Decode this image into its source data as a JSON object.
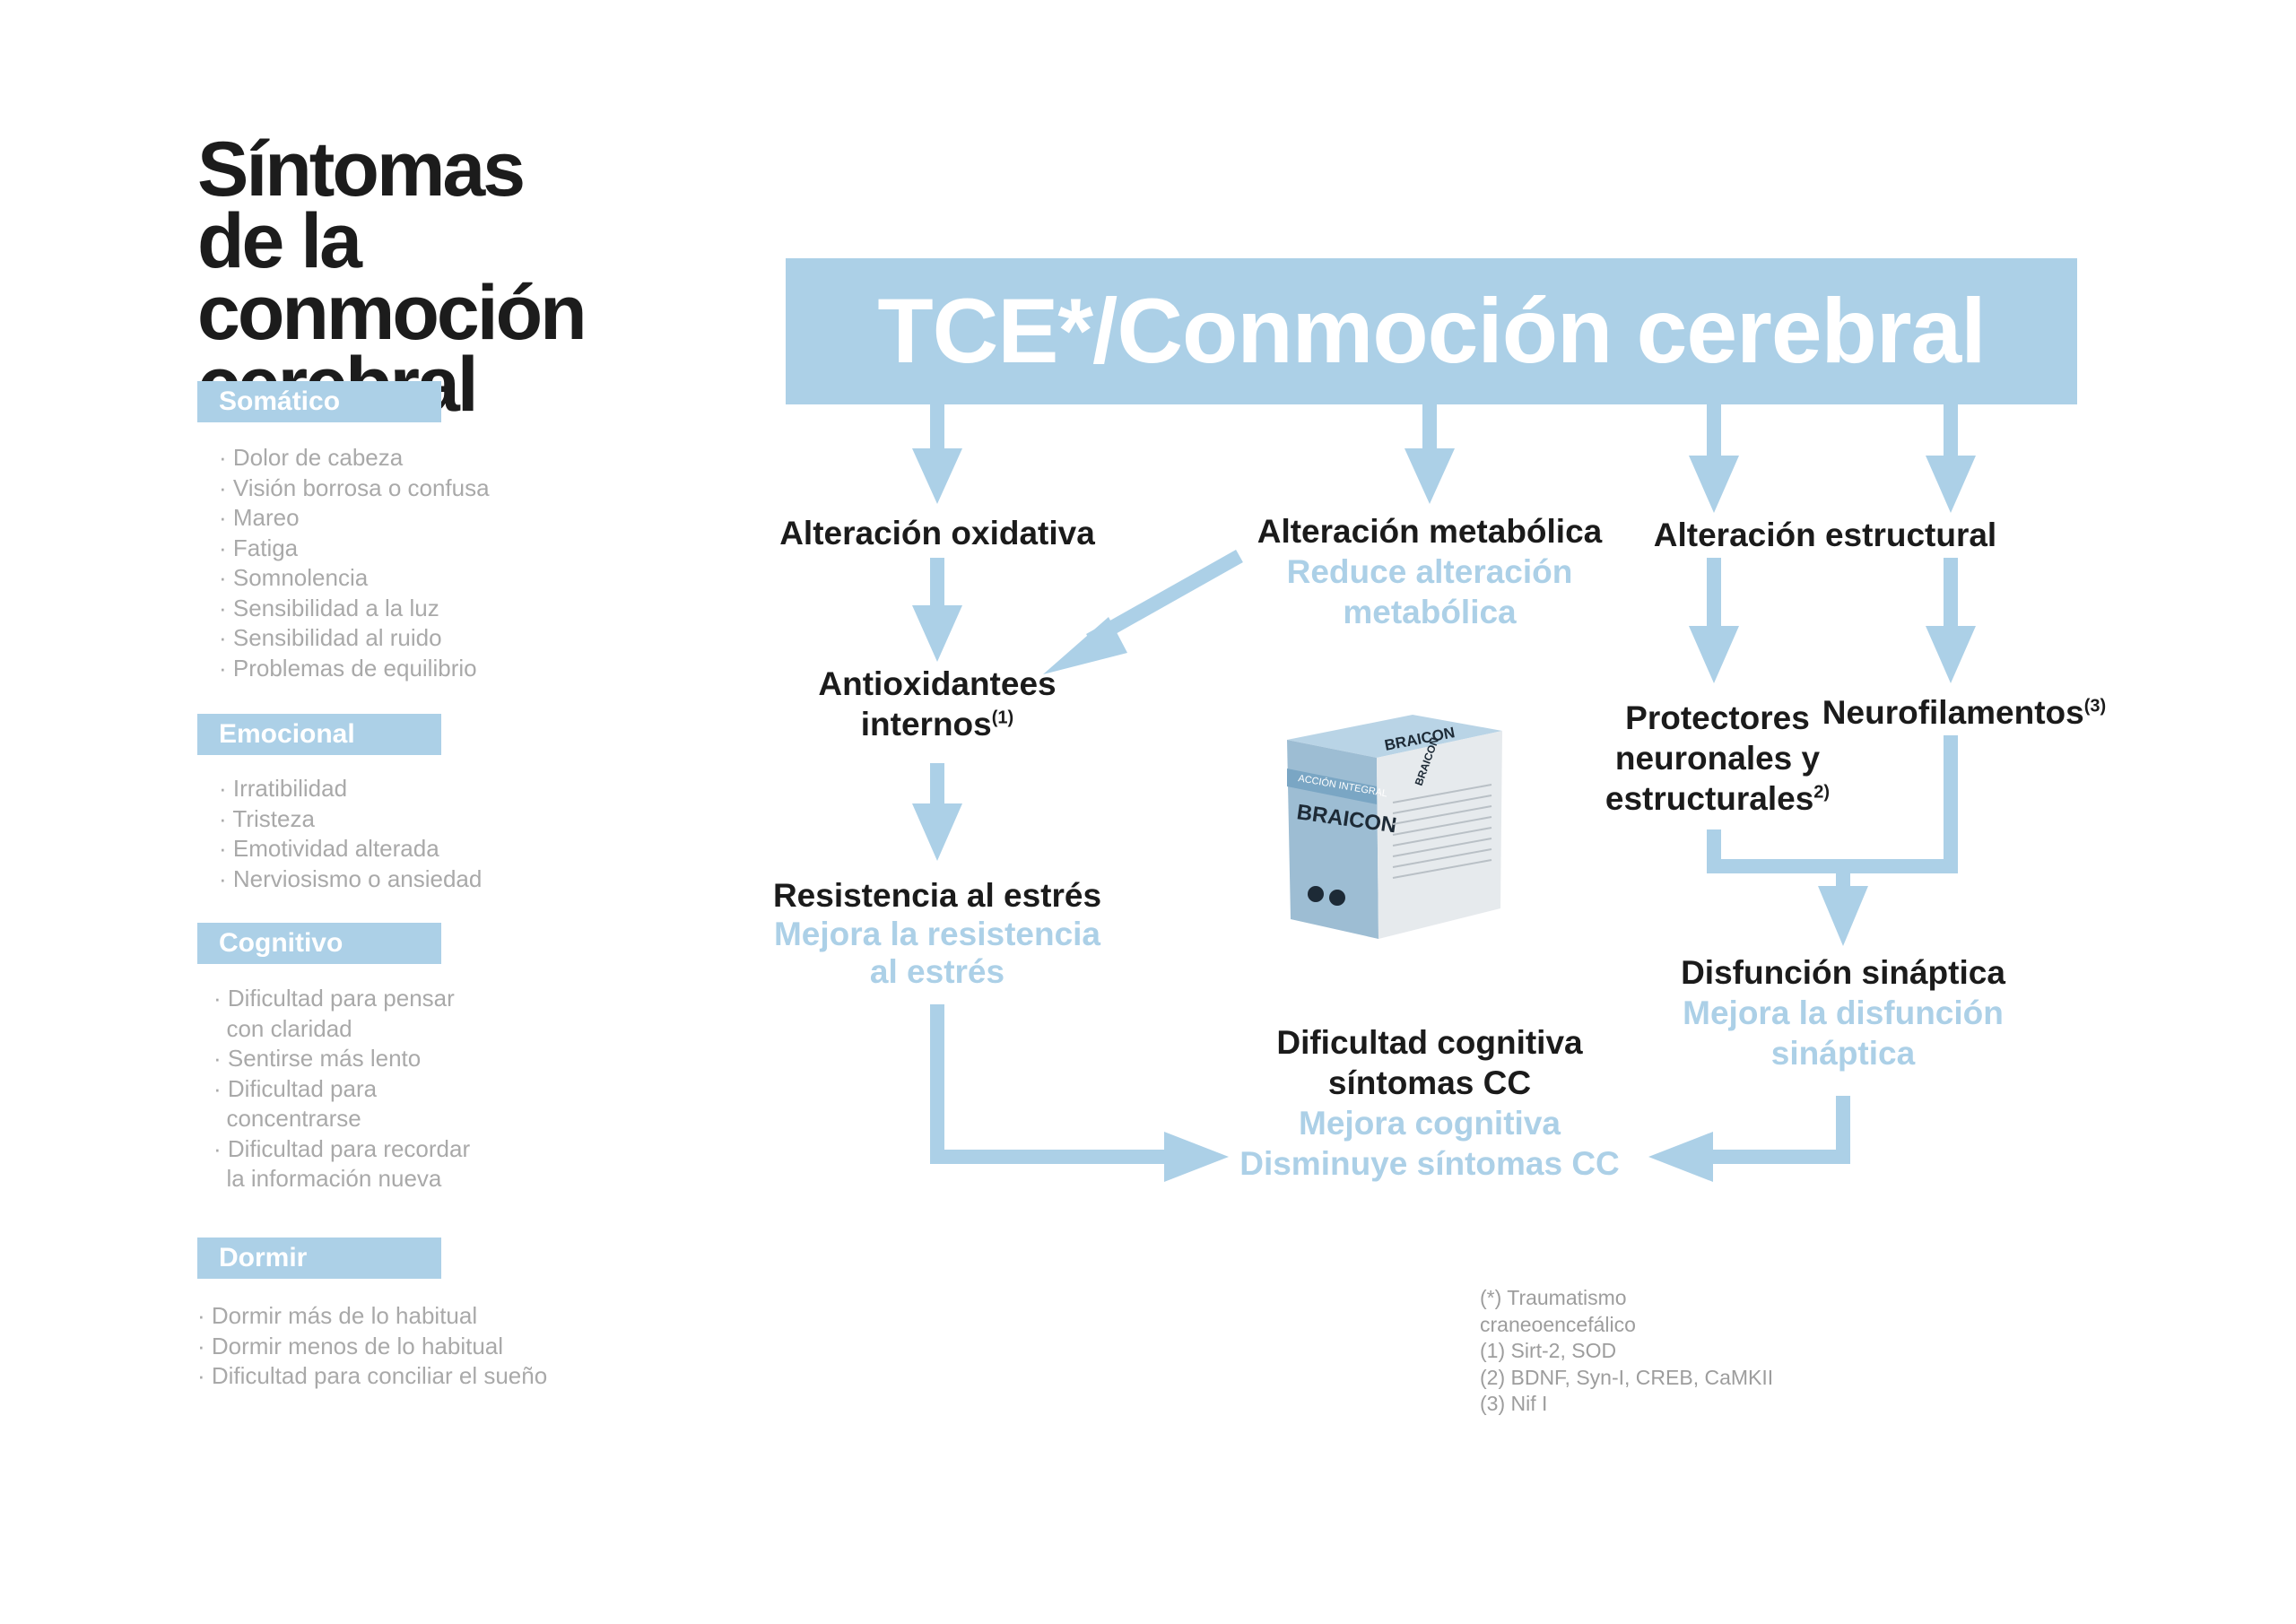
{
  "title": [
    "Síntomas",
    "de la",
    "conmoción",
    "cerebral"
  ],
  "categories": [
    {
      "label": "Somático",
      "items": [
        "· Dolor de cabeza",
        "· Visión borrosa o confusa",
        "· Mareo",
        "· Fatiga",
        "· Somnolencia",
        "· Sensibilidad a la luz",
        "· Sensibilidad al ruido",
        "· Problemas de equilibrio"
      ]
    },
    {
      "label": "Emocional",
      "items": [
        "· Irratibilidad",
        "· Tristeza",
        "· Emotividad alterada",
        "· Nerviosismo o ansiedad"
      ]
    },
    {
      "label": "Cognitivo",
      "items": [
        "· Dificultad para pensar",
        "  con claridad",
        "· Sentirse más lento",
        "· Dificultad para",
        "  concentrarse",
        "· Dificultad para recordar",
        "  la información nueva"
      ]
    },
    {
      "label": "Dormir",
      "items": [
        "· Dormir más de lo habitual",
        "· Dormir menos de lo habitual",
        "· Dificultad para conciliar el sueño"
      ]
    }
  ],
  "diagram": {
    "banner": "TCE*/Conmoción cerebral",
    "oxidativa": "Alteración oxidativa",
    "metabolica": {
      "label": "Alteración metabólica",
      "effect_1": "Reduce alteración",
      "effect_2": "metabólica"
    },
    "estructural": "Alteración estructural",
    "antioxidantes": {
      "line_1": "Antioxidantees",
      "line_2": "internos",
      "sup": "(1)"
    },
    "resistencia": {
      "label": "Resistencia al estrés",
      "effect_1": "Mejora la resistencia",
      "effect_2": "al estrés"
    },
    "protectores": {
      "line_1": "Protectores",
      "line_2": "neuronales y",
      "line_3": "estructurales",
      "sup": "2)"
    },
    "neurofilamentos": {
      "label": "Neurofilamentos",
      "sup": "(3)"
    },
    "disfuncion": {
      "label": "Disfunción sináptica",
      "effect_1": "Mejora la disfunción",
      "effect_2": "sináptica"
    },
    "cognitiva": {
      "line_1": "Dificultad cognitiva",
      "line_2": "síntomas CC",
      "effect_1": "Mejora cognitiva",
      "effect_2": "Disminuye síntomas CC"
    }
  },
  "product": {
    "brand": "BRAICON",
    "front_brand": "BRAICON",
    "band_text": "ACCIÓN INTEGRAL",
    "side_brand": "BRAICON",
    "accent_color": "#7aa6c4"
  },
  "footnotes": [
    "(*) Traumatismo",
    "craneoencefálico",
    "(1) Sirt-2, SOD",
    "(2) BDNF, Syn-I, CREB, CaMKII",
    "(3) Nif I"
  ],
  "colors": {
    "accent": "#acd0e7",
    "text_dark": "#1b1b1b",
    "text_gray": "#a9a9a9"
  }
}
